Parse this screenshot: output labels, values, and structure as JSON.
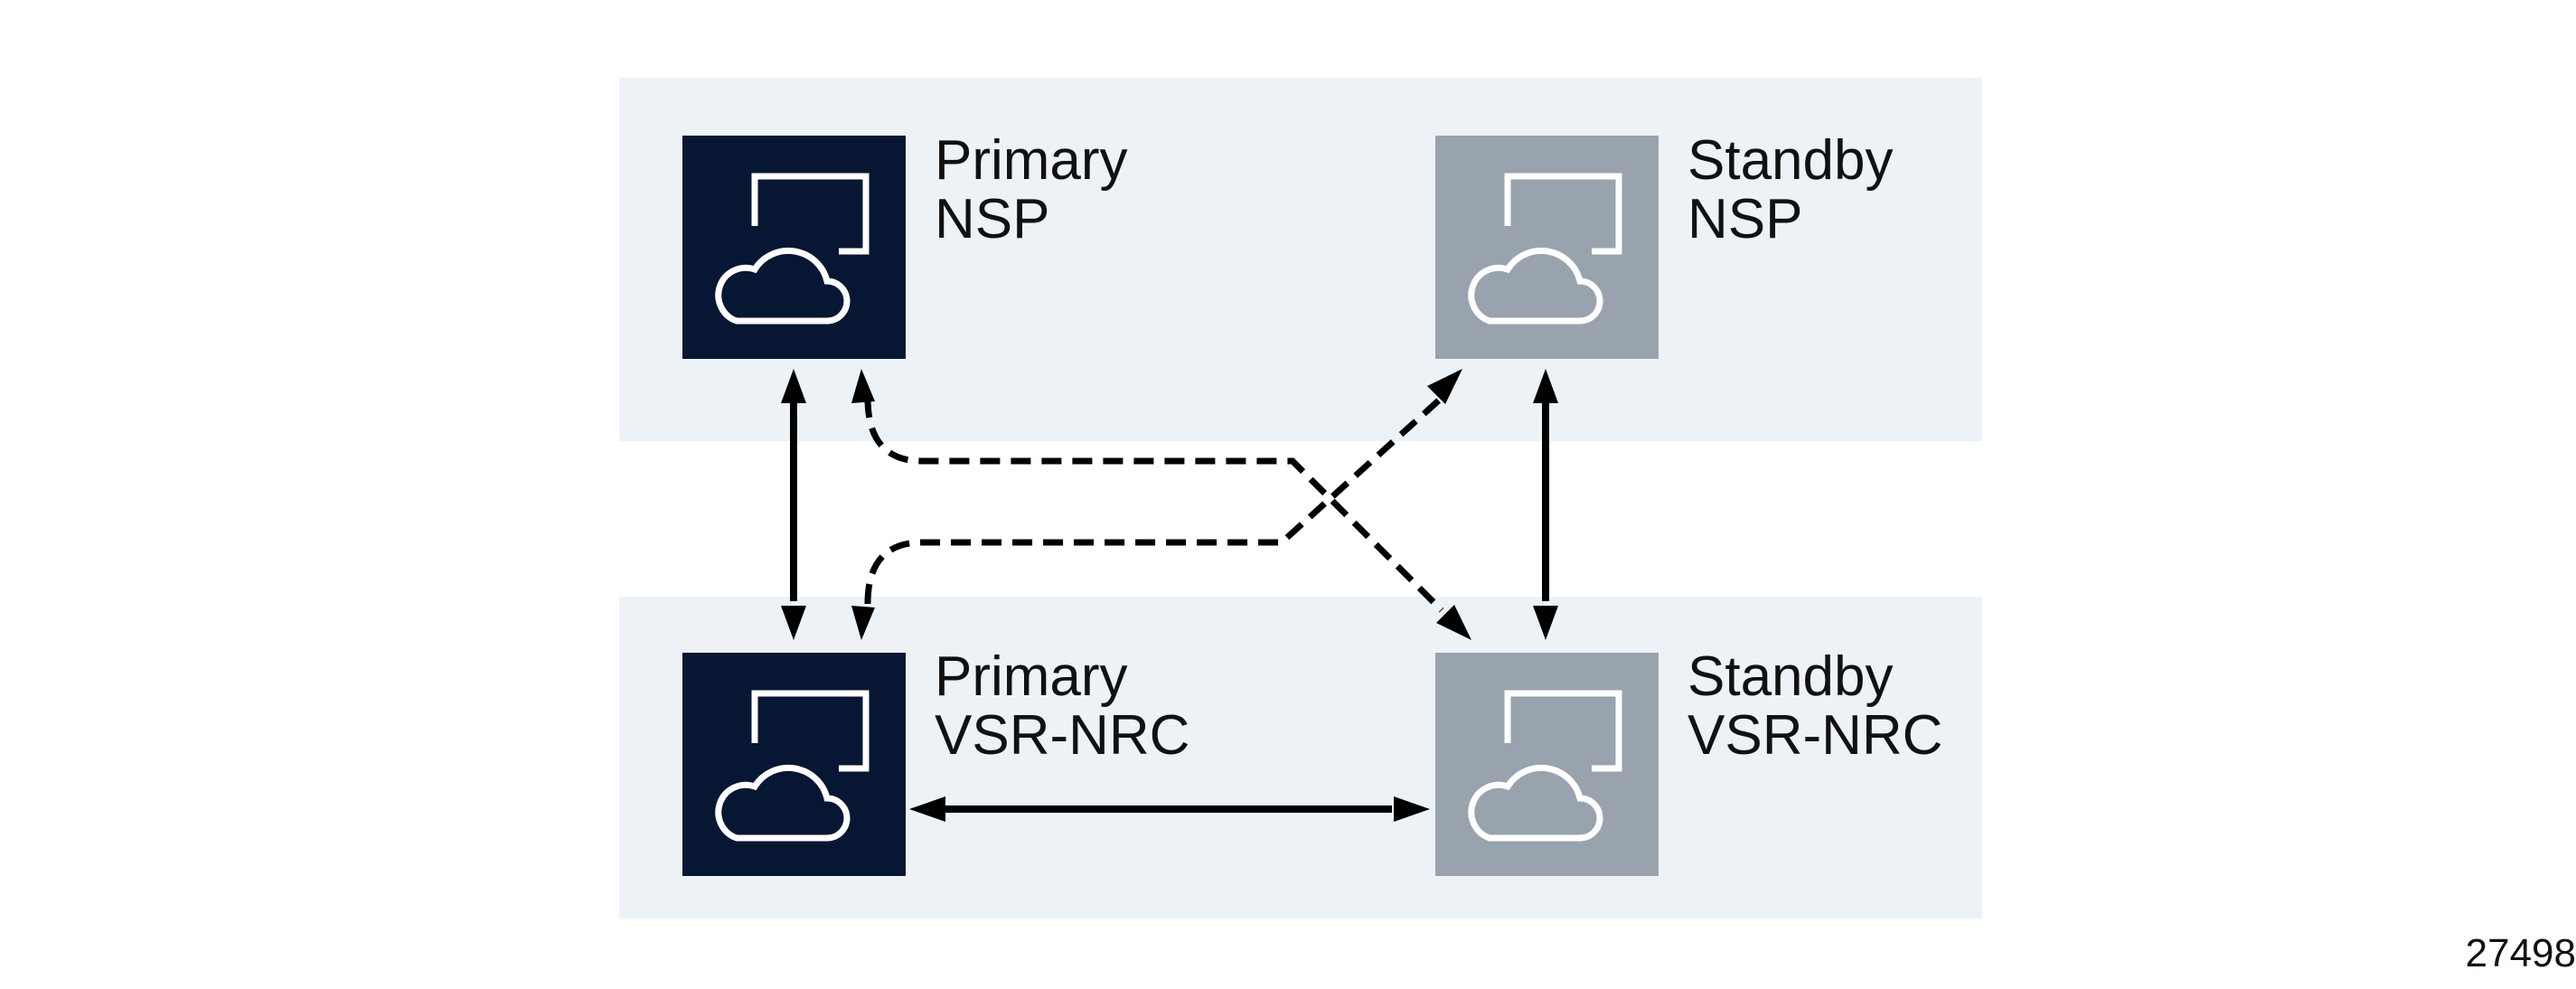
{
  "colors": {
    "band": "#edf2f7",
    "primary_node": "#071633",
    "standby_node": "#99a3ae",
    "icon_stroke": "#ffffff",
    "link": "#000000"
  },
  "nodes": {
    "primary_nsp": {
      "line1": "Primary",
      "line2": "NSP",
      "role": "primary",
      "icon": "cloud-server-icon"
    },
    "standby_nsp": {
      "line1": "Standby",
      "line2": "NSP",
      "role": "standby",
      "icon": "cloud-server-icon"
    },
    "primary_vsr": {
      "line1": "Primary",
      "line2": "VSR-NRC",
      "role": "primary",
      "icon": "cloud-server-icon"
    },
    "standby_vsr": {
      "line1": "Standby",
      "line2": "VSR-NRC",
      "role": "standby",
      "icon": "cloud-server-icon"
    }
  },
  "links": [
    {
      "from": "Primary NSP",
      "to": "Primary VSR-NRC",
      "style": "solid",
      "direction": "bidirectional"
    },
    {
      "from": "Standby NSP",
      "to": "Standby VSR-NRC",
      "style": "solid",
      "direction": "bidirectional"
    },
    {
      "from": "Primary VSR-NRC",
      "to": "Standby VSR-NRC",
      "style": "solid",
      "direction": "bidirectional"
    },
    {
      "from": "Primary NSP",
      "to": "Standby VSR-NRC",
      "style": "dashed",
      "direction": "bidirectional"
    },
    {
      "from": "Primary VSR-NRC",
      "to": "Standby NSP",
      "style": "dashed",
      "direction": "bidirectional"
    }
  ],
  "figure_number": "27498"
}
